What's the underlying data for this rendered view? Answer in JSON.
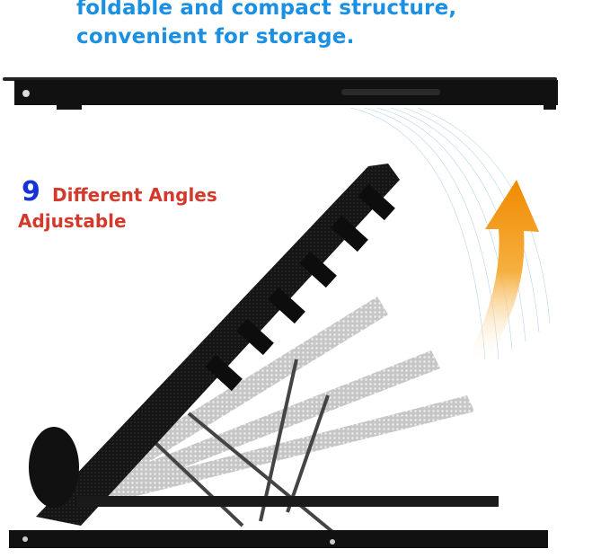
{
  "headline": {
    "line1": "foldable and compact structure,",
    "line2": "convenient for storage."
  },
  "angles": {
    "number": "9",
    "line1": "Different Angles",
    "line2": "Adjustable"
  },
  "colors": {
    "headline": "#1b90e2",
    "number": "#1533d8",
    "angles": "#d33a2c",
    "arrow": "#f39a12",
    "stand": "#111111"
  },
  "icons": {
    "arrow": "curved-up-arrow-icon"
  }
}
